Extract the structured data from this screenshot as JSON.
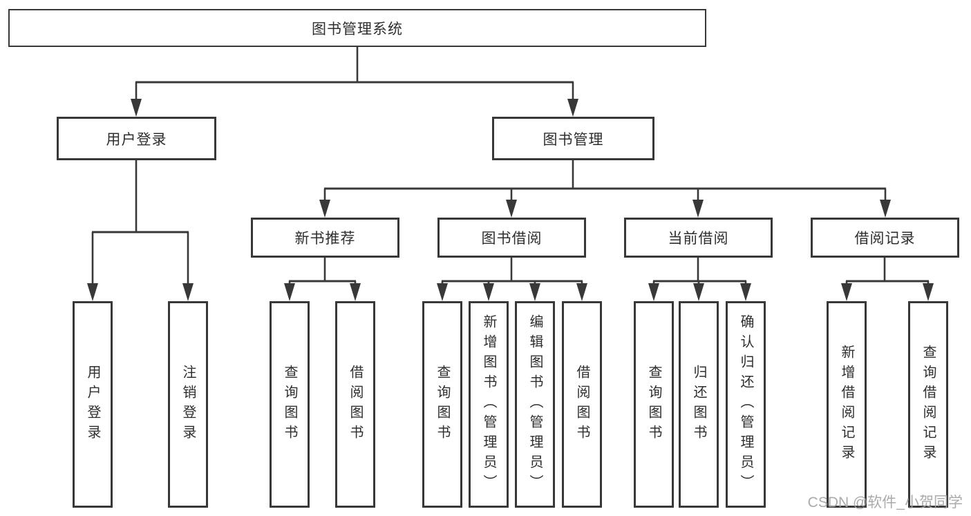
{
  "colors": {
    "line": "#383838",
    "text": "#2e2e2e",
    "box_bg": "#ffffff",
    "watermark": "#a3a3a3"
  },
  "nodes": {
    "root": {
      "label": "图书管理系统"
    },
    "user_login": {
      "label": "用户登录"
    },
    "book_mgmt": {
      "label": "图书管理"
    },
    "new_book_rec": {
      "label": "新书推荐"
    },
    "book_borrow": {
      "label": "图书借阅"
    },
    "current_borrow": {
      "label": "当前借阅"
    },
    "borrow_record": {
      "label": "借阅记录"
    },
    "leaf_user_login": {
      "label": "用户登录"
    },
    "leaf_logout": {
      "label": "注销登录"
    },
    "leaf_rec_query": {
      "label": "查询图书"
    },
    "leaf_rec_borrow": {
      "label": "借阅图书"
    },
    "leaf_bb_query": {
      "label": "查询图书"
    },
    "leaf_bb_add": {
      "label": "新增图书（管理员）"
    },
    "leaf_bb_edit": {
      "label": "编辑图书（管理员）"
    },
    "leaf_bb_borrow": {
      "label": "借阅图书"
    },
    "leaf_cb_query": {
      "label": "查询图书"
    },
    "leaf_cb_return": {
      "label": "归还图书"
    },
    "leaf_cb_confirm": {
      "label": "确认归还（管理员）"
    },
    "leaf_br_add": {
      "label": "新增借阅记录"
    },
    "leaf_br_query": {
      "label": "查询借阅记录"
    }
  },
  "watermark": {
    "text": "CSDN @软件_小贺同学"
  }
}
